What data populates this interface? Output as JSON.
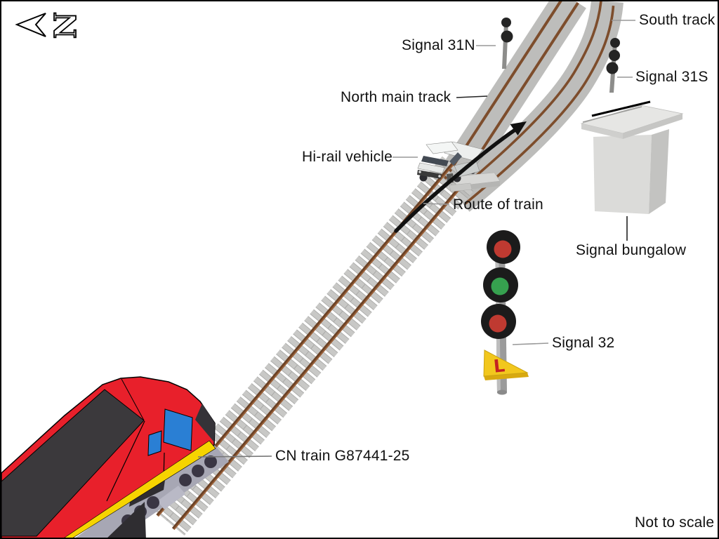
{
  "figure": {
    "type": "railway-occurrence-site-diagram",
    "scale_note": "Not to scale"
  },
  "compass": {
    "letter": "N"
  },
  "labels": {
    "signal31n": "Signal 31N",
    "southTrack": "South track",
    "signal31s": "Signal 31S",
    "northMainTrack": "North main track",
    "hiRailVehicle": "Hi-rail vehicle",
    "routeOfTrain": "Route of train",
    "signalBungalow": "Signal bungalow",
    "signal32": "Signal 32",
    "cnTrain": "CN train G87441-25",
    "notToScale": "Not to scale"
  },
  "signals": {
    "signal_31n": {
      "label": "Signal 31N",
      "heads": 2,
      "lights": [
        "dark",
        "dark"
      ]
    },
    "signal_31s": {
      "label": "Signal 31S",
      "heads": 3,
      "lights": [
        "dark",
        "dark",
        "dark"
      ]
    },
    "signal_32": {
      "label": "Signal 32",
      "heads": 3,
      "lights": [
        "red",
        "green",
        "red"
      ],
      "light_colors": [
        "#bf3a31",
        "#36a14f",
        "#bf3a31"
      ],
      "plate_letter": "L",
      "plate_color": "#f2c71d"
    }
  },
  "colors": {
    "locomotive_red": "#e8202b",
    "locomotive_roof_dark": "#3b393c",
    "stripe_yellow": "#f6d400",
    "window_blue": "#2a7fd4",
    "rail_brown": "#6b4226",
    "ballast_tie_gray": "#c8c8c6",
    "track_band_gray": "#bdbdbb",
    "route_arrow": "#111111"
  }
}
